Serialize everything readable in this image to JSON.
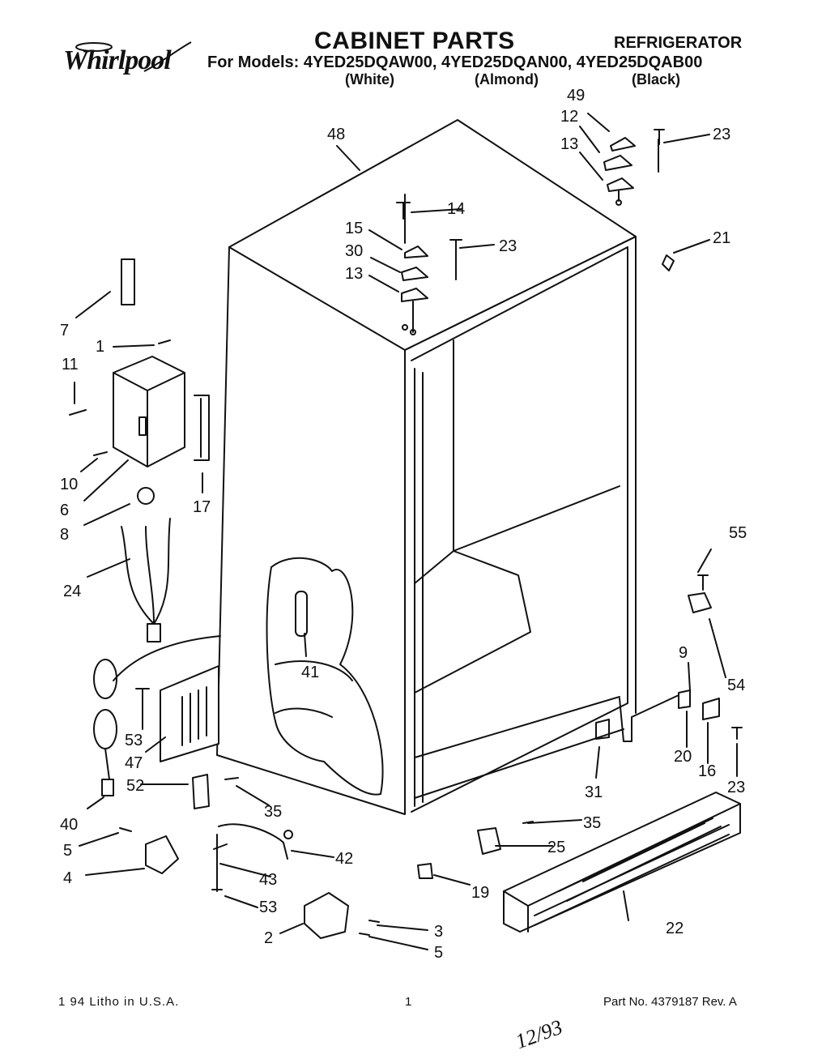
{
  "header": {
    "brand_logo_text": "Whirlpool",
    "title": "CABINET PARTS",
    "category": "REFRIGERATOR",
    "models_line": "For Models: 4YED25DQAW00,  4YED25DQAN00,  4YED25DQAB00",
    "color_variants": [
      "(White)",
      "(Almond)",
      "(Black)"
    ]
  },
  "callouts": [
    "49",
    "12",
    "23",
    "13",
    "48",
    "14",
    "15",
    "23",
    "30",
    "13",
    "21",
    "7",
    "1",
    "11",
    "17",
    "10",
    "6",
    "8",
    "24",
    "55",
    "41",
    "54",
    "9",
    "53",
    "47",
    "20",
    "16",
    "23",
    "31",
    "52",
    "40",
    "35",
    "35",
    "25",
    "5",
    "42",
    "4",
    "43",
    "19",
    "22",
    "53",
    "3",
    "2",
    "5"
  ],
  "footer": {
    "print_info": "1 94 Litho in U.S.A.",
    "page_number": "1",
    "part_number": "Part No. 4379187 Rev. A",
    "handwritten_date": "12/93"
  }
}
